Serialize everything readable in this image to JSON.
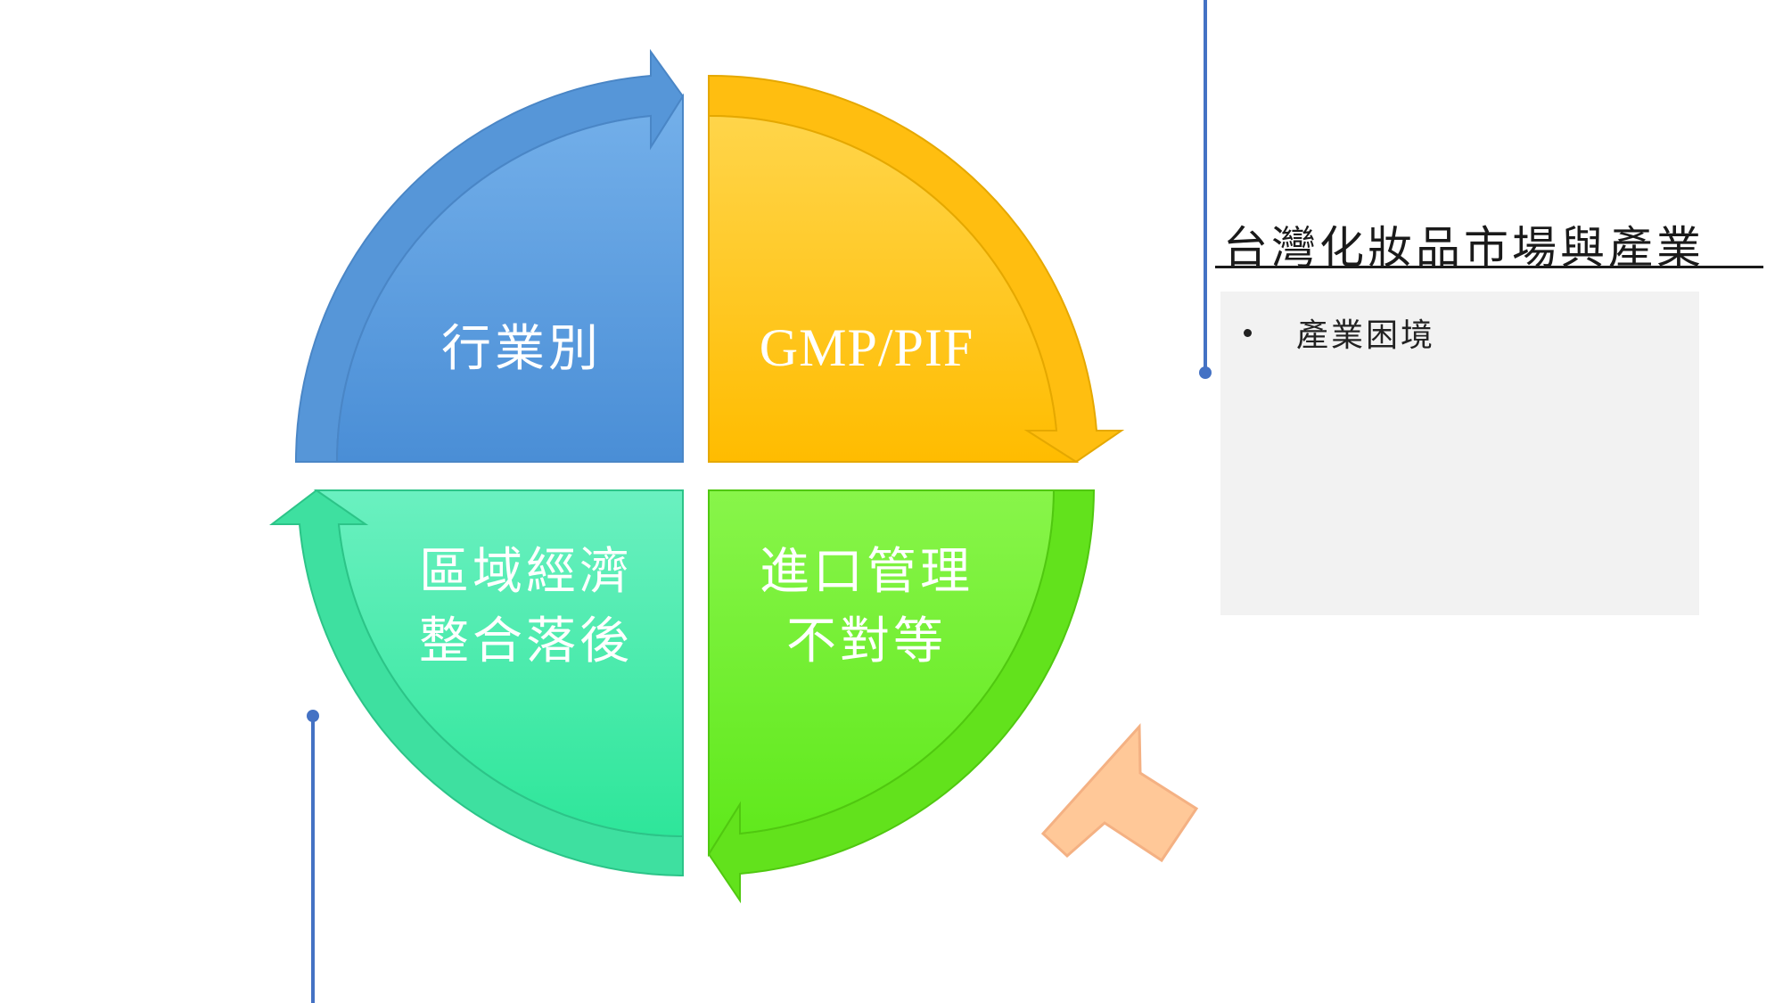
{
  "diagram": {
    "segments": [
      {
        "id": "top-left",
        "lines": [
          "行業別"
        ],
        "color": "#5b9bd5"
      },
      {
        "id": "top-right",
        "lines": [
          "GMP/PIF"
        ],
        "color": "#ffc000"
      },
      {
        "id": "bottom-right",
        "lines": [
          "進口管理",
          "不對等"
        ],
        "color": "#66ee22"
      },
      {
        "id": "bottom-left",
        "lines": [
          "區域經濟",
          "整合落後"
        ],
        "color": "#3ee8a4"
      }
    ]
  },
  "panel": {
    "title": "台灣化妝品市場與產業",
    "bullets": [
      "產業困境"
    ]
  },
  "colors": {
    "connector": "#4472c4",
    "pointer_arrow": "#ffc898",
    "pointer_arrow_outline": "#f4b183"
  }
}
